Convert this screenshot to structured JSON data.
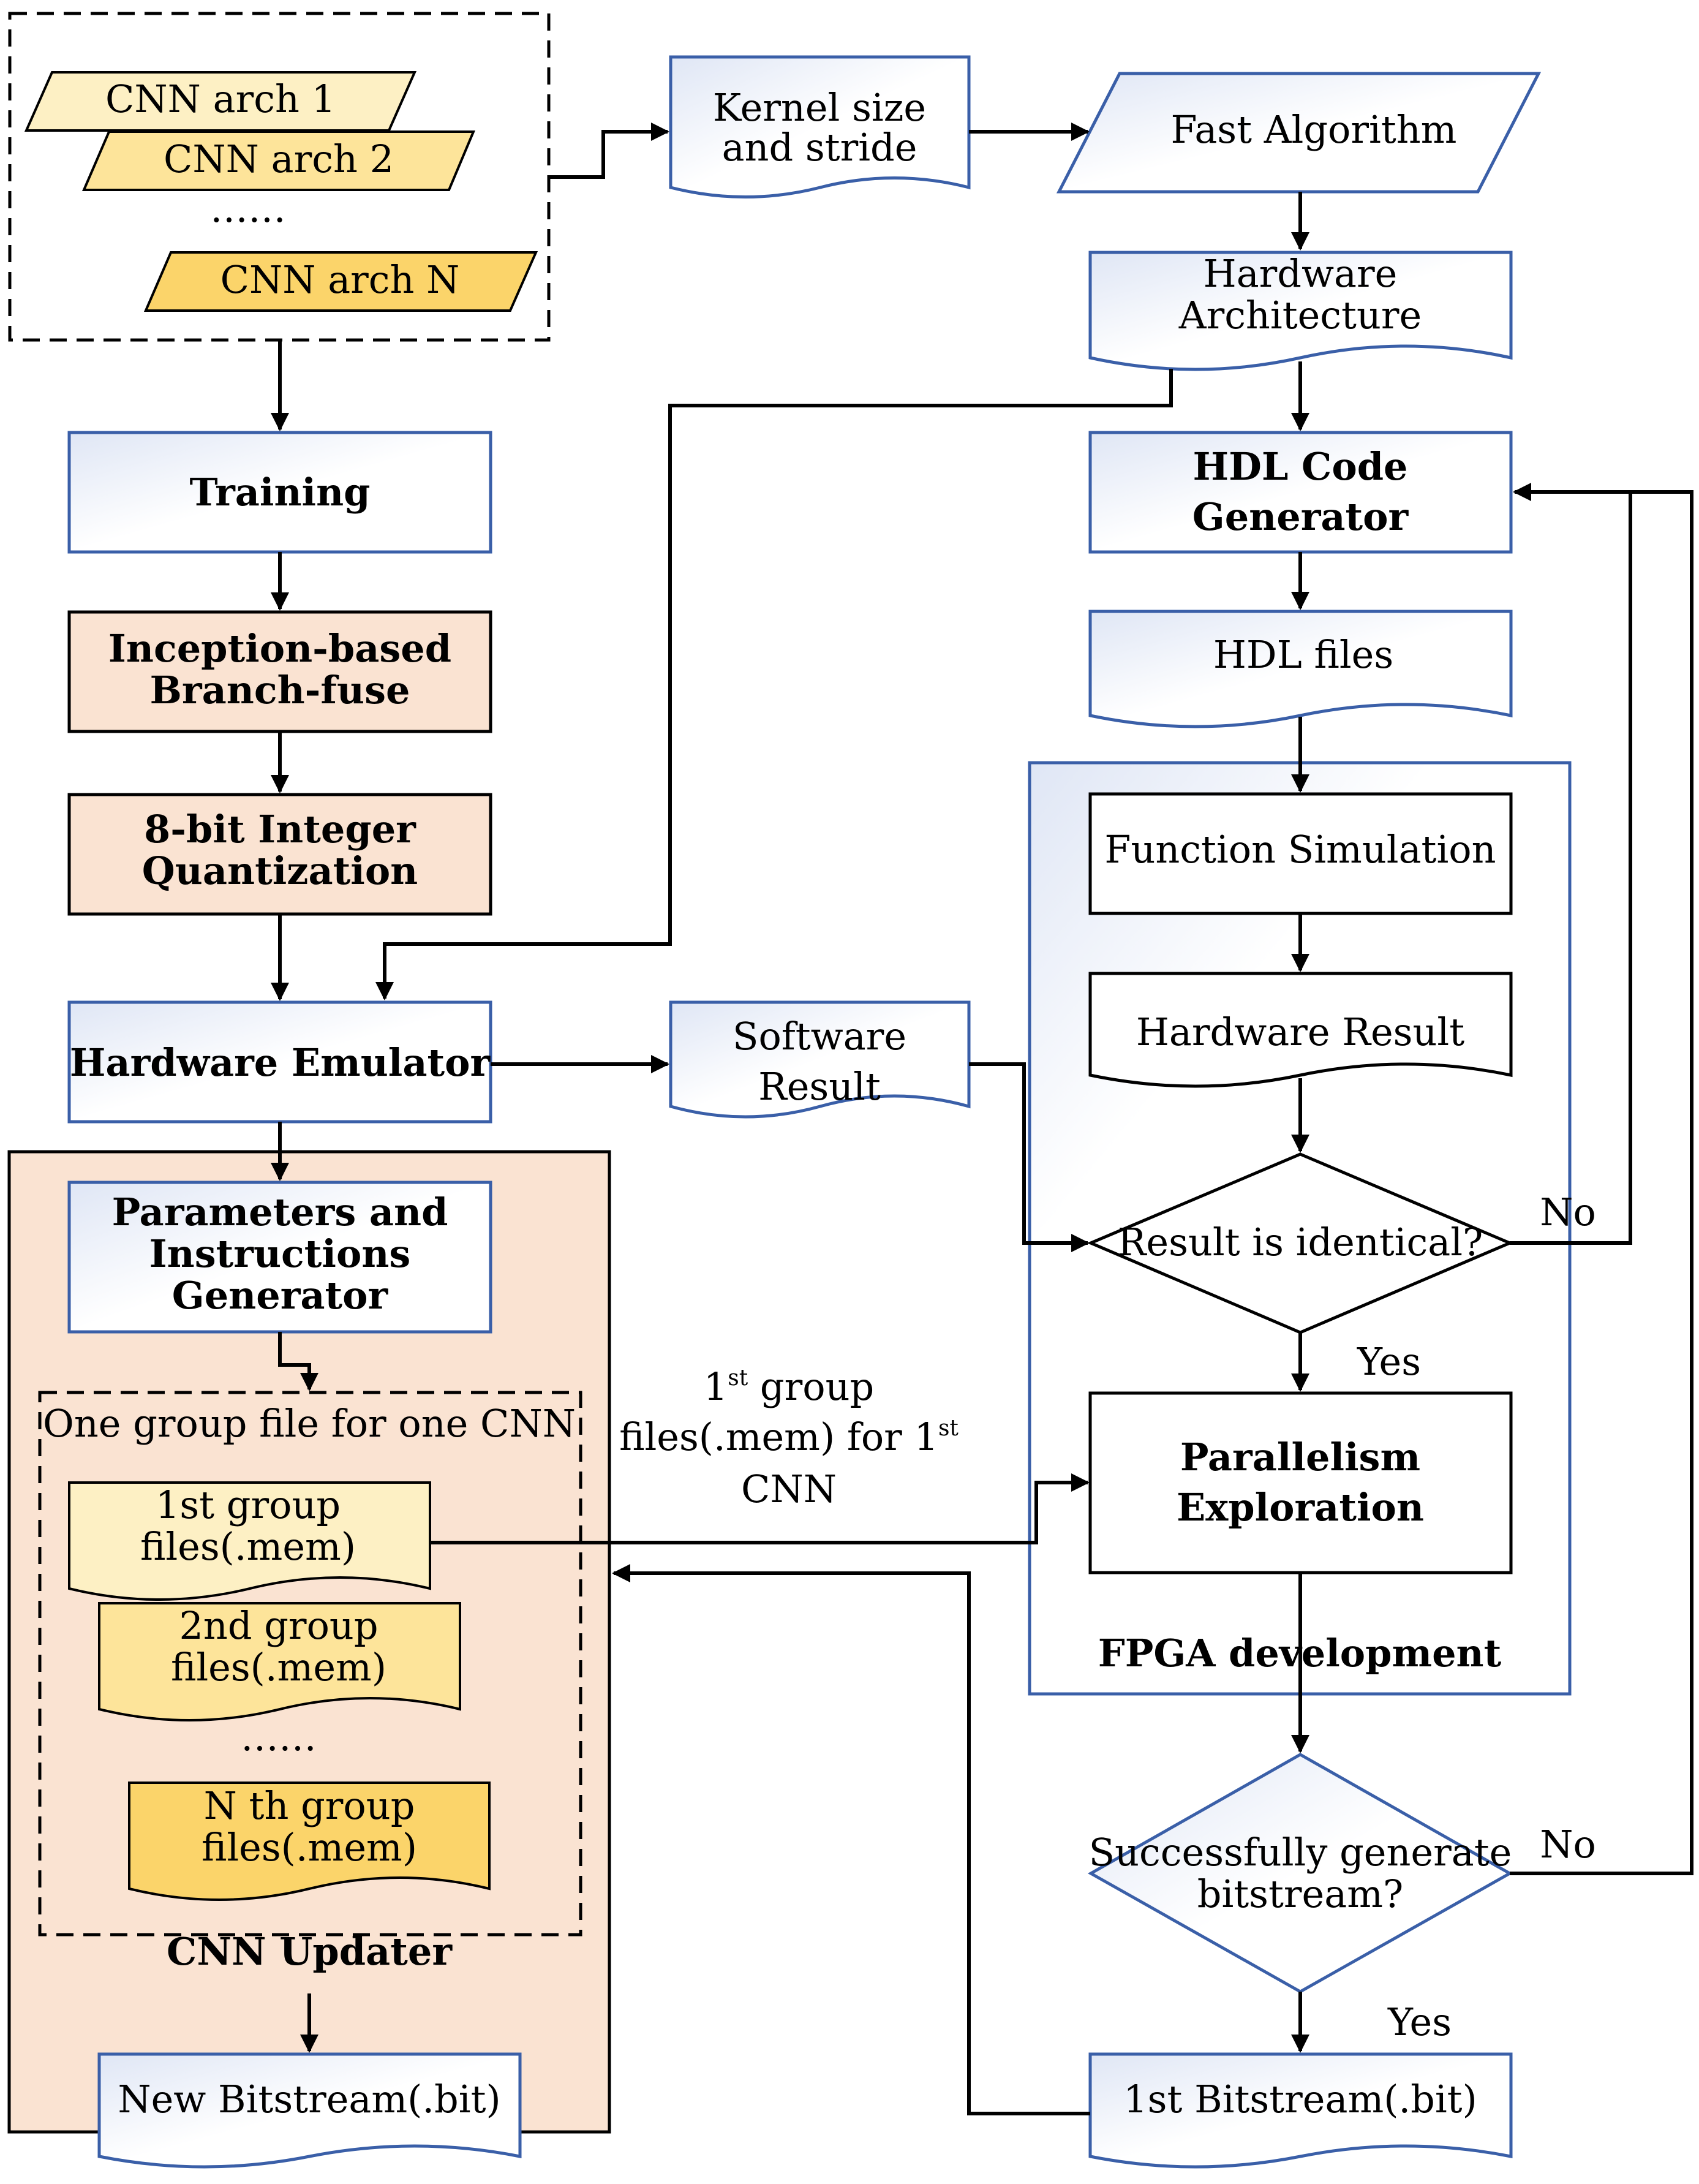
{
  "arch_group": {
    "items": [
      "CNN arch 1",
      "CNN arch 2",
      "CNN arch N"
    ],
    "ellipsis": "……"
  },
  "kernel_doc": [
    "Kernel size",
    "and stride"
  ],
  "fast_algorithm": "Fast Algorithm",
  "hardware_architecture": [
    "Hardware",
    "Architecture"
  ],
  "training": "Training",
  "branch_fuse": [
    "Inception-based",
    "Branch-fuse"
  ],
  "quantization": [
    "8-bit Integer",
    "Quantization"
  ],
  "hardware_emulator": "Hardware Emulator",
  "software_result": [
    "Software",
    "Result"
  ],
  "hdl_generator": [
    "HDL Code",
    "Generator"
  ],
  "hdl_files": "HDL files",
  "fpga": {
    "label": "FPGA development",
    "function_simulation": "Function Simulation",
    "hardware_result": "Hardware Result",
    "decision": "Result is identical?",
    "parallelism": [
      "Parallelism",
      "Exploration"
    ]
  },
  "branch_labels": {
    "no": "No",
    "yes": "Yes"
  },
  "bitstream_decision": [
    "Successfully generate",
    "bitstream?"
  ],
  "first_bitstream": "1st Bitstream(.bit)",
  "new_bitstream": "New Bitstream(.bit)",
  "updater": {
    "label": "CNN Updater",
    "generator": [
      "Parameters and",
      "Instructions",
      "Generator"
    ],
    "group_title": "One group file for one CNN",
    "files": [
      [
        "1st group",
        "files(.mem)"
      ],
      [
        "2nd group",
        "files(.mem)"
      ],
      [
        "N th  group",
        "files(.mem)"
      ]
    ],
    "ellipsis": "……"
  },
  "first_group_note": {
    "line1_a": "1",
    "line1_sup": "st",
    "line1_b": " group",
    "line2_a": "files(.mem) for 1",
    "line2_sup": "st",
    "line3": "CNN"
  },
  "colors": {
    "box_gradient_edge": "#dfe6f5",
    "border_blue": "#3a5fa8",
    "peach": "#fae3d2",
    "arch1": "#fdf0c4",
    "arch2": "#fde49a",
    "arch3": "#fbd46a"
  }
}
